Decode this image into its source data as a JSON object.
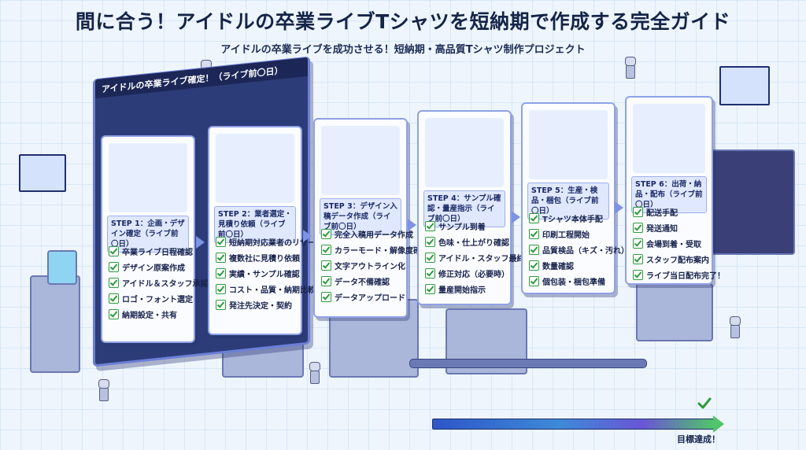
{
  "title": "間に合う！アイドルの卒業ライブTシャツを短納期で作成する完全ガイド",
  "subtitle": "アイドルの卒業ライブを成功させる！短納期・高品質Tシャツ制作プロジェクト",
  "board_header": "アイドルの卒業ライブ確定！（ライブ前〇日）",
  "steps": [
    {
      "label": "STEP 1：企画・デザイン確定（ライブ前〇日）",
      "items": [
        "卒業ライブ日程確認",
        "デザイン原案作成",
        "アイドル＆スタッフ承認",
        "ロゴ・フォント選定",
        "納期設定・共有"
      ]
    },
    {
      "label": "STEP 2：業者選定・見積り依頼（ライブ前〇日）",
      "items": [
        "短納期対応業者のリサーチ",
        "複数社に見積り依頼",
        "実績・サンプル確認",
        "コスト・品質・納期比較",
        "発注先決定・契約"
      ]
    },
    {
      "label": "STEP 3：デザイン入稿データ作成（ライブ前〇日）",
      "items": [
        "完全入稿用データ作成",
        "カラーモード・解像度確認",
        "文字アウトライン化",
        "データ不備確認",
        "データアップロード"
      ]
    },
    {
      "label": "STEP 4：サンプル確認・量産指示（ライブ前〇日）",
      "items": [
        "サンプル到着",
        "色味・仕上がり確認",
        "アイドル・スタッフ最終確認",
        "修正対応（必要時）",
        "量産開始指示"
      ]
    },
    {
      "label": "STEP 5：生産・検品・梱包（ライブ前〇日）",
      "items": [
        "Tシャツ本体手配",
        "印刷工程開始",
        "品質検品（キズ・汚れ）",
        "数量確認",
        "個包装・梱包準備"
      ]
    },
    {
      "label": "STEP 6：出荷・納品・配布（ライブ前〇日）",
      "items": [
        "配送手配",
        "発送通知",
        "会場到着・受取",
        "スタッフ配布案内",
        "ライブ当日配布完了！"
      ]
    }
  ],
  "goal_label": "目標達成！",
  "colors": {
    "accent": "#2c3c78",
    "check": "#2d9b3c",
    "progress_end": "#52c46c"
  }
}
